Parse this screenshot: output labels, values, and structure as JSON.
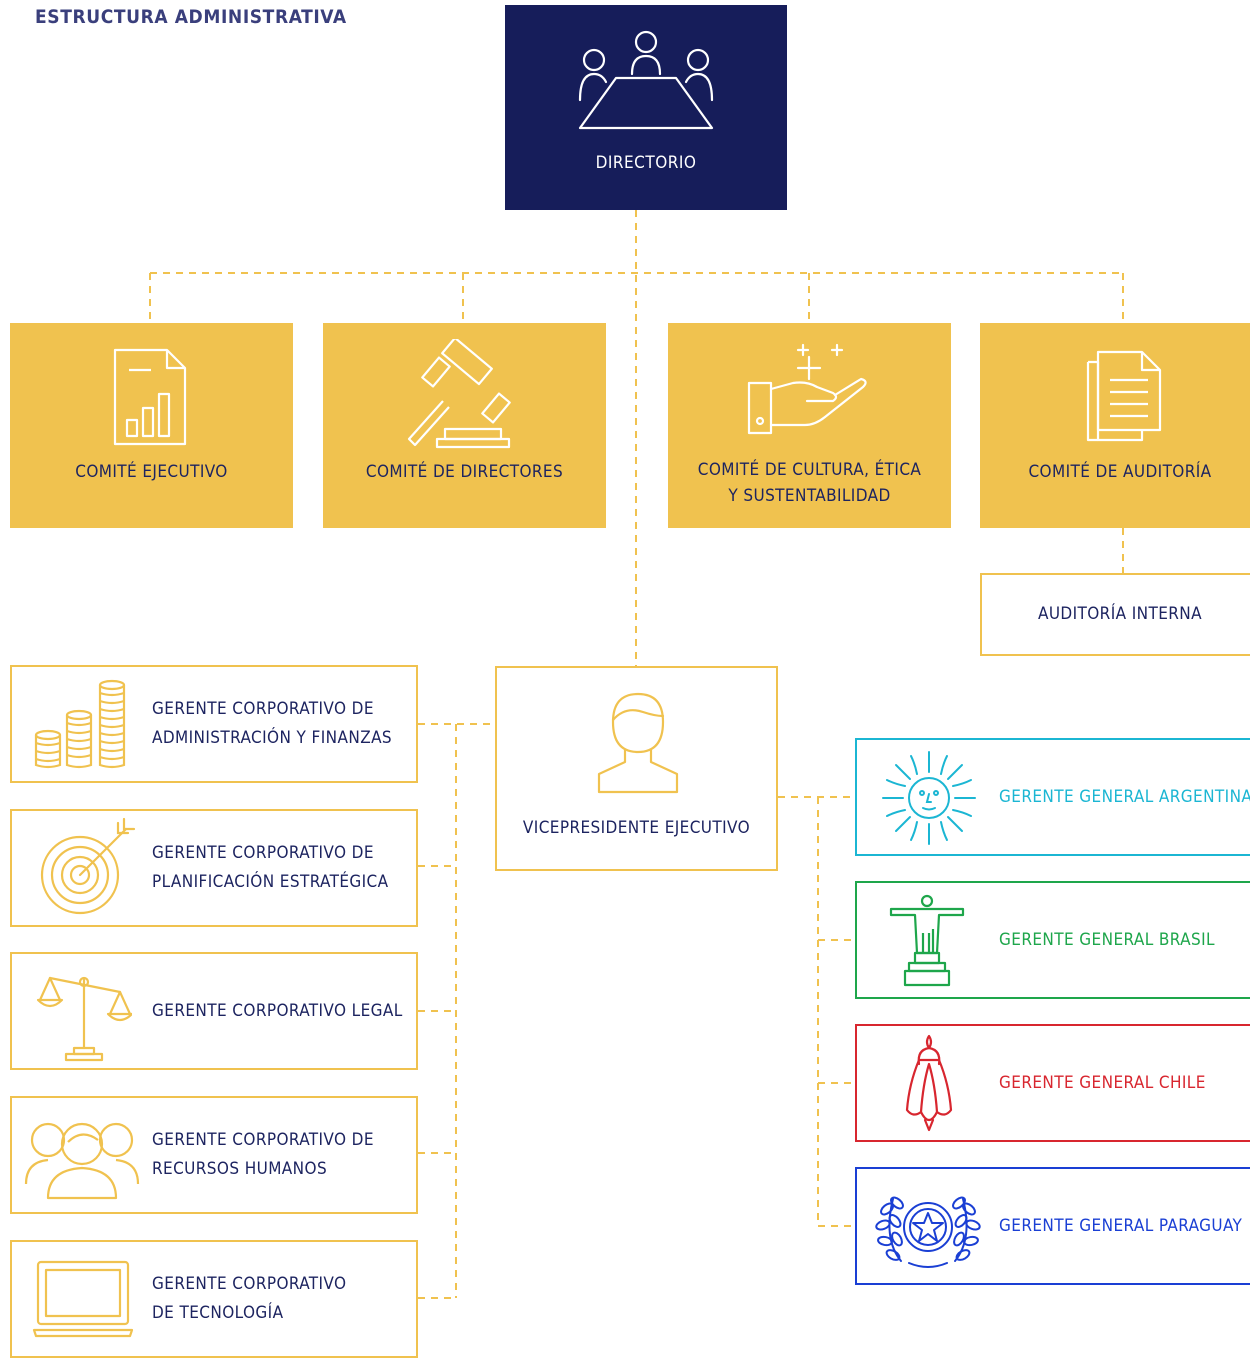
{
  "page_title": "ESTRUCTURA ADMINISTRATIVA",
  "colors": {
    "navy": "#161d5a",
    "gold": "#f0c24f",
    "text_dark": "#1d2460",
    "argentina": "#1bb6d3",
    "brasil": "#1ea64b",
    "chile": "#d8262f",
    "paraguay": "#1a3fd4"
  },
  "directorio": {
    "label": "DIRECTORIO",
    "icon": "meeting-table-icon"
  },
  "comites": [
    {
      "label": "COMITÉ EJECUTIVO",
      "icon": "report-chart-icon"
    },
    {
      "label": "COMITÉ DE DIRECTORES",
      "icon": "gavel-icon"
    },
    {
      "label_line1": "COMITÉ DE CULTURA, ÉTICA",
      "label_line2": "Y SUSTENTABILIDAD",
      "icon": "hand-sparkle-icon"
    },
    {
      "label": "COMITÉ DE AUDITORÍA",
      "icon": "documents-icon"
    }
  ],
  "auditoria_interna": {
    "label": "AUDITORÍA INTERNA"
  },
  "vicepresidente": {
    "label": "VICEPRESIDENTE EJECUTIVO",
    "icon": "person-icon"
  },
  "gerentes_corporativos": [
    {
      "line1": "GERENTE CORPORATIVO DE",
      "line2": "ADMINISTRACIÓN Y FINANZAS",
      "icon": "coin-stacks-icon"
    },
    {
      "line1": "GERENTE CORPORATIVO DE",
      "line2": "PLANIFICACIÓN ESTRATÉGICA",
      "icon": "target-icon"
    },
    {
      "line1": "GERENTE CORPORATIVO LEGAL",
      "line2": "",
      "icon": "scales-icon"
    },
    {
      "line1": "GERENTE CORPORATIVO DE",
      "line2": "RECURSOS HUMANOS",
      "icon": "people-group-icon"
    },
    {
      "line1": "GERENTE CORPORATIVO",
      "line2": "DE TECNOLOGÍA",
      "icon": "laptop-icon"
    }
  ],
  "gerentes_generales": [
    {
      "label": "GERENTE GENERAL ARGENTINA",
      "icon": "sun-of-may-icon"
    },
    {
      "label": "GERENTE GENERAL BRASIL",
      "icon": "christ-redeemer-icon"
    },
    {
      "label": "GERENTE GENERAL CHILE",
      "icon": "copihue-flower-icon"
    },
    {
      "label": "GERENTE GENERAL PARAGUAY",
      "icon": "star-wreath-icon"
    }
  ]
}
